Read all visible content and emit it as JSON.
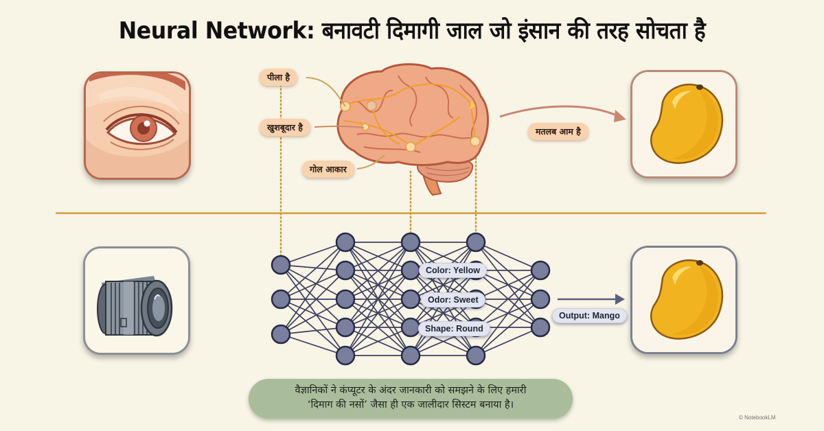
{
  "title": "Neural Network: बनावटी दिमागी जाल जो इंसान की तरह सोचता है",
  "top_section": {
    "input_icon": "eye-icon",
    "output_icon": "mango-icon",
    "feature_labels": [
      "पीला है",
      "खुशबूदार है",
      "गोल आकार"
    ],
    "result_label": "मतलब आम है",
    "center_icon": "brain-icon",
    "colors": {
      "panel_border": "#b5684e",
      "label_bg": "#f7d3b0",
      "arrow": "#c98670",
      "connector": "#c9a45a"
    }
  },
  "bottom_section": {
    "input_icon": "camera-lens-icon",
    "output_icon": "mango-icon",
    "feature_labels": [
      "Color: Yellow",
      "Odor: Sweet",
      "Shape: Round"
    ],
    "result_label": "Output: Mango",
    "network": {
      "layers": [
        3,
        5,
        5,
        5,
        3
      ],
      "node_color": "#7a7f9e",
      "edge_color": "#3c3f5e"
    },
    "colors": {
      "label_bg": "#e2e4f0",
      "arrow": "#5a5e80"
    }
  },
  "caption": {
    "line1": "वैज्ञानिकों ने कंप्यूटर के अंदर जानकारी को समझने के लिए हमारी",
    "line2": "‘दिमाग की नसों’ जैसा ही एक जालीदार सिस्टम बनाया है।",
    "bg_color": "#a9bd9c"
  },
  "watermark": "© NotebookLM",
  "background_color": "#f8f4e6",
  "divider_color": "#d4a94f"
}
